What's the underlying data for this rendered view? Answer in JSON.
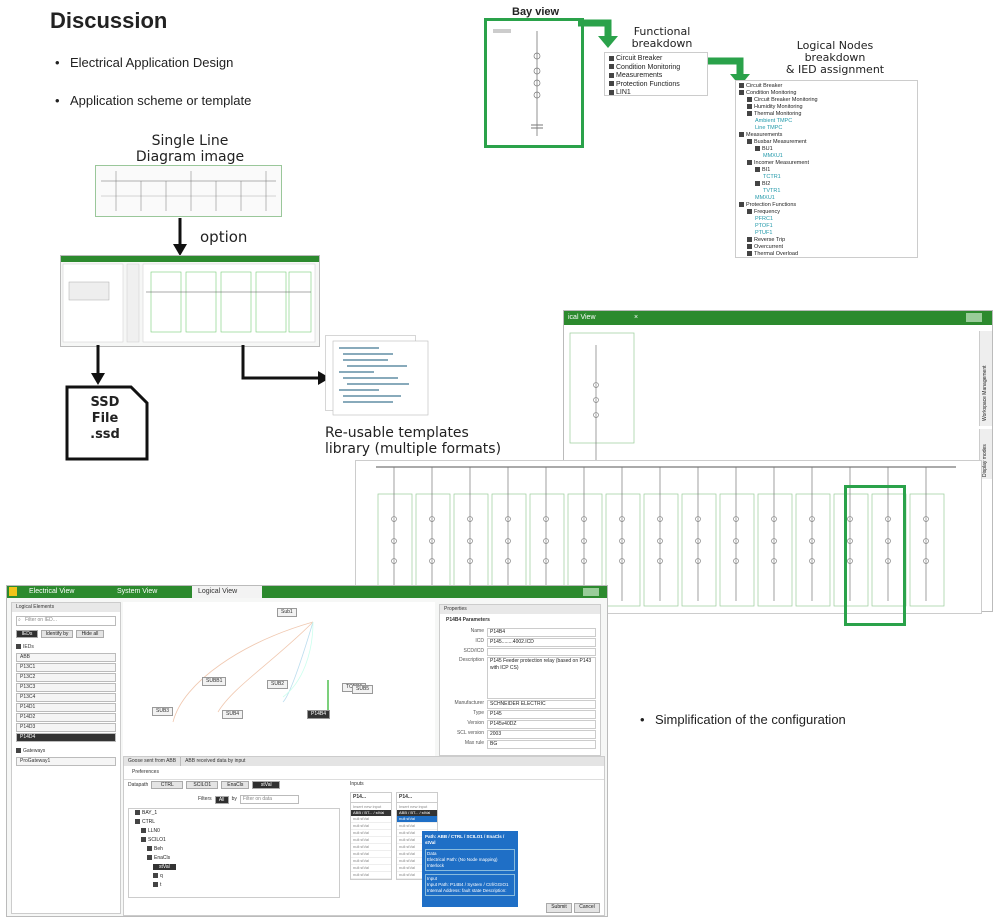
{
  "slide": {
    "title": "Discussion",
    "bullets": [
      "Electrical Application Design",
      "Application scheme or template"
    ],
    "bullet_right": "Simplification of the configuration"
  },
  "diagram": {
    "sld_label": "Single Line\nDiagram image",
    "option_label": "option",
    "ssd_label": "SSD\nFile\n.ssd",
    "templates_label": "Re-usable templates\nlibrary (multiple formats)",
    "bay_view": "Bay view",
    "functional": "Functional\nbreakdown",
    "logical": "Logical Nodes\nbreakdown\n& IED assignment",
    "func_items": [
      "Circuit Breaker",
      "Condition Monitoring",
      "Measurements",
      "Protection Functions",
      "LIN1"
    ],
    "ln_items": [
      "Circuit Breaker",
      "Condition Monitoring",
      "Circuit Breaker Monitoring",
      "Humidity Monitoring",
      "Thermal Monitoring",
      "Ambient TMPC",
      "Line TMPC",
      "Measurements",
      "Busbar Measurement",
      "BU1",
      "MMXU1",
      "Incomer Measurement",
      "BI1",
      "TCTR1",
      "BI2",
      "TVTR1",
      "MMXU1",
      "Protection Functions",
      "Frequency",
      "PFRC1",
      "PTOF1",
      "PTUF1",
      "Reverse Trip",
      "Overcurrent",
      "Thermal Overload"
    ]
  },
  "sld_window": {
    "tab": "ical View",
    "side_tabs": [
      "Workspace Management",
      "Display modes"
    ]
  },
  "app": {
    "tabs": [
      "Electrical View",
      "System View",
      "Logical View"
    ],
    "left_panel": {
      "title": "Logical Elements",
      "filter_placeholder": "Filter on IED...",
      "buttons": [
        "IEDs",
        "Identify by",
        "Hide all"
      ],
      "group": "IEDs",
      "ieds": [
        "ABB",
        "P13C1",
        "P13C2",
        "P13C3",
        "P13C4",
        "P14D1",
        "P14D2",
        "P14D3",
        "P14D4"
      ],
      "gateways_label": "Gateways",
      "gateway": "ProGateway1"
    },
    "graph_nodes": [
      "Sub1",
      "SUBB1",
      "SUB2",
      "SUB3",
      "SUB4",
      "TCER1",
      "P14B4",
      "SUB5"
    ],
    "properties": {
      "title": "Properties",
      "section": "P14B4 Parameters",
      "rows": [
        {
          "k": "Name",
          "v": "P14B4"
        },
        {
          "k": "ICD",
          "v": "P145........4002.ICD"
        },
        {
          "k": "SCD/ICD",
          "v": ""
        },
        {
          "k": "Description",
          "v": "P145 Feeder protection relay (based on P143 with ICP CS)"
        },
        {
          "k": "Manufacturer",
          "v": "SCHNEIDER ELECTRIC"
        },
        {
          "k": "Type",
          "v": "P145"
        },
        {
          "k": "Version",
          "v": "P145v40DZ"
        },
        {
          "k": "SCL version",
          "v": "2003"
        },
        {
          "k": "Max rule",
          "v": "BG"
        }
      ]
    },
    "goose": {
      "tabs": [
        "Goose sent from ABB",
        "ABB received data by input"
      ],
      "prefs": "Preferences",
      "datapath_label": "Datapath",
      "datapath": [
        "CTRL",
        "SCILO1",
        "EnaCls",
        "stVal"
      ],
      "filters": "Filters",
      "filter_all": "All",
      "by": "by",
      "filter_placeholder": "Filter on data",
      "tree": [
        "BAY_1",
        "CTRL",
        "LLN0",
        "SCILO1",
        "Beh",
        "EnaCls",
        "stVal",
        "q",
        "t"
      ],
      "inputs_label": "Inputs",
      "cols": [
        "P14...",
        "P14..."
      ],
      "insert_new": "Insert new input",
      "cell": "null:stVal",
      "col_head": "ABB / BT... / stVal",
      "tooltip": {
        "path": "Path: ABB / CTRL / SCILO1 / EnaCls / stVal",
        "data": "Data",
        "data_desc": "Electrical Path: (No Node mapping) Interlock",
        "input": "Input",
        "input_desc": "Input Path: P14B4 / System / Ctrl/GGIO1 Internal Address: fault state Description:"
      },
      "submit": "Submit",
      "cancel": "Cancel"
    }
  }
}
